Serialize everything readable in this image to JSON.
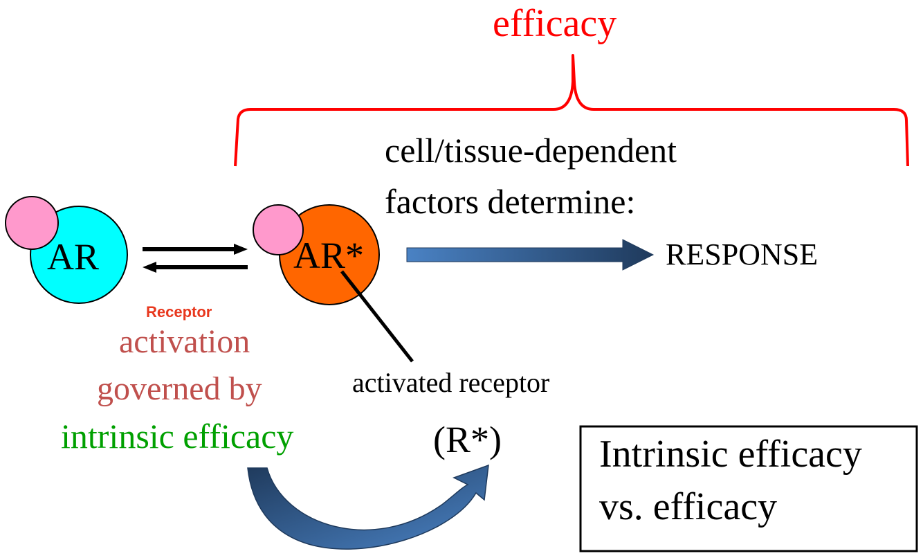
{
  "texts": {
    "efficacy": "efficacy",
    "cell_factors_line1": "cell/tissue-dependent",
    "cell_factors_line2": "factors determine:",
    "response": "RESPONSE",
    "ar": "AR",
    "ar_star": "AR*",
    "receptor_small": "Receptor",
    "activation": "activation",
    "governed_by": "governed by",
    "intrinsic_efficacy": "intrinsic efficacy",
    "activated_receptor": "activated receptor",
    "r_star": "(R*)",
    "box_line1": "Intrinsic efficacy",
    "box_line2": "vs. efficacy"
  },
  "colors": {
    "red": "#ff0000",
    "black": "#000000",
    "receptor_red": "#e8381e",
    "activation_rose": "#c0504d",
    "intrinsic_green": "#00a000",
    "ar_cyan": "#00ffff",
    "ar_star_orange": "#ff6600",
    "agonist_pink": "#ff99cc",
    "arrow_blue_light": "#4a82c4",
    "arrow_blue_dark": "#1f3a5c"
  }
}
